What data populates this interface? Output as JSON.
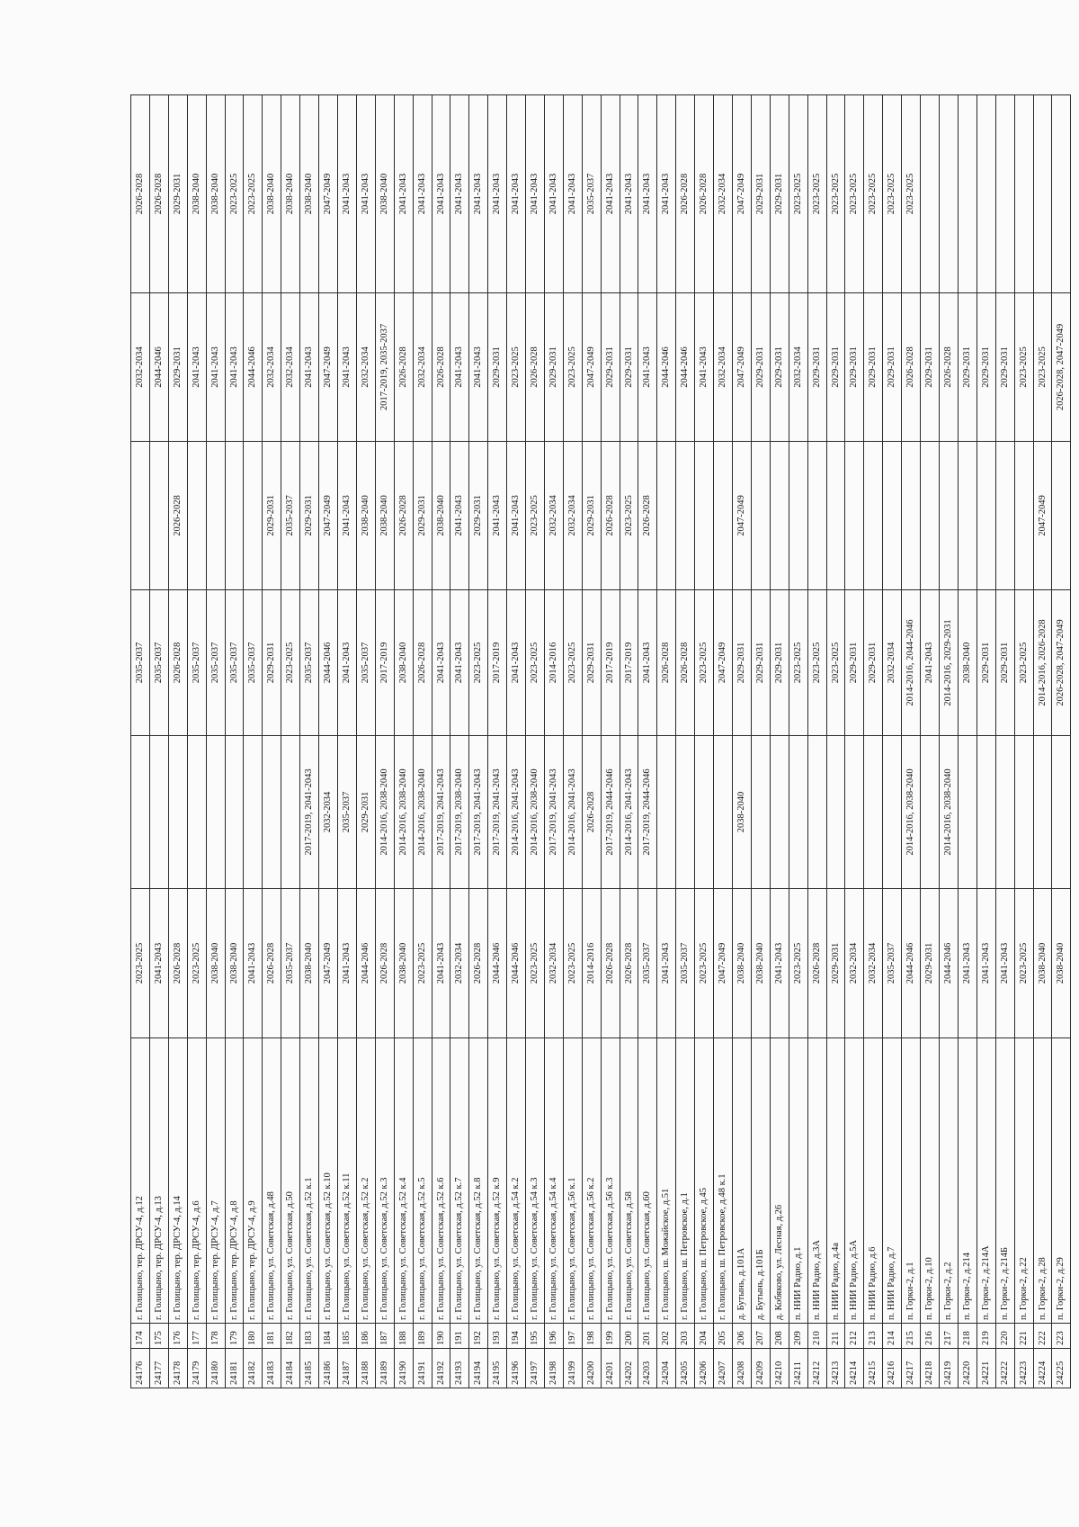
{
  "table": {
    "rows": [
      [
        "24176",
        "174",
        "г. Голицыно, тер. ДРСУ-4, д.12",
        "2023-2025",
        "",
        "2035-2037",
        "",
        "2032-2034",
        "2026-2028"
      ],
      [
        "24177",
        "175",
        "г. Голицыно, тер. ДРСУ-4, д.13",
        "2041-2043",
        "",
        "2035-2037",
        "",
        "2044-2046",
        "2026-2028"
      ],
      [
        "24178",
        "176",
        "г. Голицыно, тер. ДРСУ-4, д.14",
        "2026-2028",
        "",
        "2026-2028",
        "2026-2028",
        "2029-2031",
        "2029-2031"
      ],
      [
        "24179",
        "177",
        "г. Голицыно, тер. ДРСУ-4, д.6",
        "2023-2025",
        "",
        "2035-2037",
        "",
        "2041-2043",
        "2038-2040"
      ],
      [
        "24180",
        "178",
        "г. Голицыно, тер. ДРСУ-4, д.7",
        "2038-2040",
        "",
        "2035-2037",
        "",
        "2041-2043",
        "2038-2040"
      ],
      [
        "24181",
        "179",
        "г. Голицыно, тер. ДРСУ-4, д.8",
        "2038-2040",
        "",
        "2035-2037",
        "",
        "2041-2043",
        "2023-2025"
      ],
      [
        "24182",
        "180",
        "г. Голицыно, тер. ДРСУ-4, д.9",
        "2041-2043",
        "",
        "2035-2037",
        "",
        "2044-2046",
        "2023-2025"
      ],
      [
        "24183",
        "181",
        "г. Голицыно, ул. Советская, д.48",
        "2026-2028",
        "",
        "2029-2031",
        "2029-2031",
        "2032-2034",
        "2038-2040"
      ],
      [
        "24184",
        "182",
        "г. Голицыно, ул. Советская, д.50",
        "2035-2037",
        "",
        "2023-2025",
        "2035-2037",
        "2032-2034",
        "2038-2040"
      ],
      [
        "24185",
        "183",
        "г. Голицыно, ул. Советская, д.52 к.1",
        "2038-2040",
        "2017-2019, 2041-2043",
        "2035-2037",
        "2029-2031",
        "2041-2043",
        "2038-2040"
      ],
      [
        "24186",
        "184",
        "г. Голицыно, ул. Советская, д.52 к.10",
        "2047-2049",
        "2032-2034",
        "2044-2046",
        "2047-2049",
        "2047-2049",
        "2047-2049"
      ],
      [
        "24187",
        "185",
        "г. Голицыно, ул. Советская, д.52 к.11",
        "2041-2043",
        "2035-2037",
        "2041-2043",
        "2041-2043",
        "2041-2043",
        "2041-2043"
      ],
      [
        "24188",
        "186",
        "г. Голицыно, ул. Советская, д.52 к.2",
        "2044-2046",
        "2029-2031",
        "2035-2037",
        "2038-2040",
        "2032-2034",
        "2041-2043"
      ],
      [
        "24189",
        "187",
        "г. Голицыно, ул. Советская, д.52 к.3",
        "2026-2028",
        "2014-2016, 2038-2040",
        "2017-2019",
        "2038-2040",
        "2017-2019, 2035-2037",
        "2038-2040"
      ],
      [
        "24190",
        "188",
        "г. Голицыно, ул. Советская, д.52 к.4",
        "2038-2040",
        "2014-2016, 2038-2040",
        "2038-2040",
        "2026-2028",
        "2026-2028",
        "2041-2043"
      ],
      [
        "24191",
        "189",
        "г. Голицыно, ул. Советская, д.52 к.5",
        "2023-2025",
        "2014-2016, 2038-2040",
        "2026-2028",
        "2029-2031",
        "2032-2034",
        "2041-2043"
      ],
      [
        "24192",
        "190",
        "г. Голицыно, ул. Советская, д.52 к.6",
        "2041-2043",
        "2017-2019, 2041-2043",
        "2041-2043",
        "2038-2040",
        "2026-2028",
        "2041-2043"
      ],
      [
        "24193",
        "191",
        "г. Голицыно, ул. Советская, д.52 к.7",
        "2032-2034",
        "2017-2019, 2038-2040",
        "2041-2043",
        "2041-2043",
        "2041-2043",
        "2041-2043"
      ],
      [
        "24194",
        "192",
        "г. Голицыно, ул. Советская, д.52 к.8",
        "2026-2028",
        "2017-2019, 2041-2043",
        "2023-2025",
        "2029-2031",
        "2041-2043",
        "2041-2043"
      ],
      [
        "24195",
        "193",
        "г. Голицыно, ул. Советская, д.52 к.9",
        "2044-2046",
        "2017-2019, 2041-2043",
        "2017-2019",
        "2041-2043",
        "2029-2031",
        "2041-2043"
      ],
      [
        "24196",
        "194",
        "г. Голицыно, ул. Советская, д.54 к.2",
        "2044-2046",
        "2014-2016, 2041-2043",
        "2041-2043",
        "2041-2043",
        "2023-2025",
        "2041-2043"
      ],
      [
        "24197",
        "195",
        "г. Голицыно, ул. Советская, д.54 к.3",
        "2023-2025",
        "2014-2016, 2038-2040",
        "2023-2025",
        "2023-2025",
        "2026-2028",
        "2041-2043"
      ],
      [
        "24198",
        "196",
        "г. Голицыно, ул. Советская, д.54 к.4",
        "2032-2034",
        "2017-2019, 2041-2043",
        "2014-2016",
        "2032-2034",
        "2029-2031",
        "2041-2043"
      ],
      [
        "24199",
        "197",
        "г. Голицыно, ул. Советская, д.56 к.1",
        "2023-2025",
        "2014-2016, 2041-2043",
        "2023-2025",
        "2032-2034",
        "2023-2025",
        "2041-2043"
      ],
      [
        "24200",
        "198",
        "г. Голицыно, ул. Советская, д.56 к.2",
        "2014-2016",
        "2026-2028",
        "2029-2031",
        "2029-2031",
        "2047-2049",
        "2035-2037"
      ],
      [
        "24201",
        "199",
        "г. Голицыно, ул. Советская, д.56 к.3",
        "2026-2028",
        "2017-2019, 2044-2046",
        "2017-2019",
        "2026-2028",
        "2029-2031",
        "2041-2043"
      ],
      [
        "24202",
        "200",
        "г. Голицыно, ул. Советская, д.58",
        "2026-2028",
        "2014-2016, 2041-2043",
        "2017-2019",
        "2023-2025",
        "2029-2031",
        "2041-2043"
      ],
      [
        "24203",
        "201",
        "г. Голицыно, ул. Советская, д.60",
        "2035-2037",
        "2017-2019, 2044-2046",
        "2041-2043",
        "2026-2028",
        "2041-2043",
        "2041-2043"
      ],
      [
        "24204",
        "202",
        "г. Голицыно, ш. Можайское, д.51",
        "2041-2043",
        "",
        "2026-2028",
        "",
        "2044-2046",
        "2041-2043"
      ],
      [
        "24205",
        "203",
        "г. Голицыно, ш. Петровское, д.1",
        "2035-2037",
        "",
        "2026-2028",
        "",
        "2044-2046",
        "2026-2028"
      ],
      [
        "24206",
        "204",
        "г. Голицыно, ш. Петровское, д.45",
        "2023-2025",
        "",
        "2023-2025",
        "",
        "2041-2043",
        "2026-2028"
      ],
      [
        "24207",
        "205",
        "г. Голицыно, ш. Петровское, д.48 к.1",
        "2047-2049",
        "",
        "2047-2049",
        "",
        "2032-2034",
        "2032-2034"
      ],
      [
        "24208",
        "206",
        "д. Бутынь, д.101А",
        "2038-2040",
        "2038-2040",
        "2029-2031",
        "2047-2049",
        "2047-2049",
        "2047-2049"
      ],
      [
        "24209",
        "207",
        "д. Бутынь, д.101Б",
        "2038-2040",
        "",
        "2029-2031",
        "",
        "2029-2031",
        "2029-2031"
      ],
      [
        "24210",
        "208",
        "д. Кобяково, ул. Лесная, д.26",
        "2041-2043",
        "",
        "2029-2031",
        "",
        "2029-2031",
        "2029-2031"
      ],
      [
        "24211",
        "209",
        "п. НИИ Радио, д.1",
        "2023-2025",
        "",
        "2023-2025",
        "",
        "2032-2034",
        "2023-2025"
      ],
      [
        "24212",
        "210",
        "п. НИИ Радио, д.3А",
        "2026-2028",
        "",
        "2023-2025",
        "",
        "2029-2031",
        "2023-2025"
      ],
      [
        "24213",
        "211",
        "п. НИИ Радио, д.4а",
        "2029-2031",
        "",
        "2023-2025",
        "",
        "2029-2031",
        "2023-2025"
      ],
      [
        "24214",
        "212",
        "п. НИИ Радио, д.5А",
        "2032-2034",
        "",
        "2029-2031",
        "",
        "2029-2031",
        "2023-2025"
      ],
      [
        "24215",
        "213",
        "п. НИИ Радио, д.6",
        "2032-2034",
        "",
        "2029-2031",
        "",
        "2029-2031",
        "2023-2025"
      ],
      [
        "24216",
        "214",
        "п. НИИ Радио, д.7",
        "2035-2037",
        "",
        "2032-2034",
        "",
        "2029-2031",
        "2023-2025"
      ],
      [
        "24217",
        "215",
        "п. Горки-2, д.1",
        "2044-2046",
        "2014-2016, 2038-2040",
        "2014-2016, 2044-2046",
        "",
        "2026-2028",
        "2023-2025"
      ],
      [
        "24218",
        "216",
        "п. Горки-2, д.10",
        "2029-2031",
        "",
        "2041-2043",
        "",
        "2029-2031",
        ""
      ],
      [
        "24219",
        "217",
        "п. Горки-2, д.2",
        "2044-2046",
        "2014-2016, 2038-2040",
        "2014-2016, 2029-2031",
        "",
        "2026-2028",
        ""
      ],
      [
        "24220",
        "218",
        "п. Горки-2, д.214",
        "2041-2043",
        "",
        "2038-2040",
        "",
        "2029-2031",
        ""
      ],
      [
        "24221",
        "219",
        "п. Горки-2, д.214А",
        "2041-2043",
        "",
        "2029-2031",
        "",
        "2029-2031",
        ""
      ],
      [
        "24222",
        "220",
        "п. Горки-2, д.214Б",
        "2041-2043",
        "",
        "2029-2031",
        "",
        "2029-2031",
        ""
      ],
      [
        "24223",
        "221",
        "п. Горки-2, д.22",
        "2023-2025",
        "",
        "2023-2025",
        "",
        "2023-2025",
        ""
      ],
      [
        "24224",
        "222",
        "п. Горки-2, д.28",
        "2038-2040",
        "",
        "2014-2016, 2026-2028",
        "2047-2049",
        "2023-2025",
        ""
      ],
      [
        "24225",
        "223",
        "п. Горки-2, д.29",
        "2038-2040",
        "",
        "2026-2028, 2047-2049",
        "",
        "2026-2028, 2047-2049",
        ""
      ]
    ]
  }
}
